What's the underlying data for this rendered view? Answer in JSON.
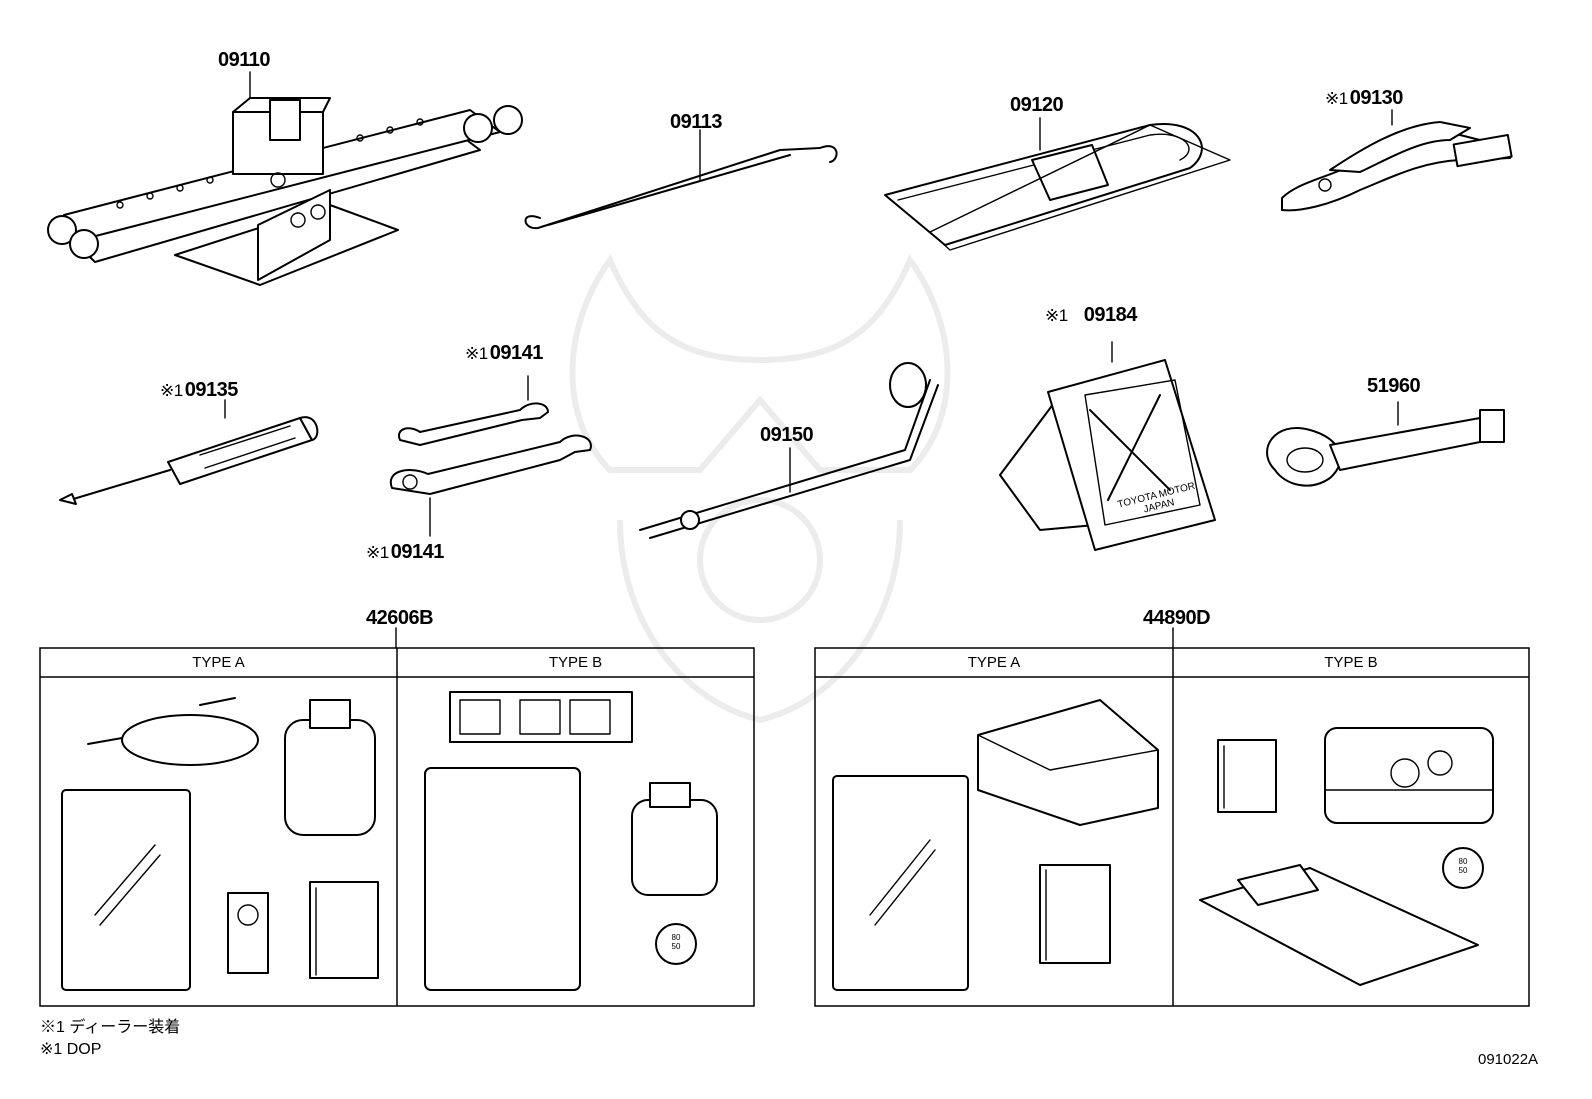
{
  "parts": {
    "p09110": "09110",
    "p09113": "09113",
    "p09120": "09120",
    "p09130": "09130",
    "p09135": "09135",
    "p09141_top": "09141",
    "p09141_bottom": "09141",
    "p09150": "09150",
    "p09184": "09184",
    "p51960": "51960",
    "p42606B": "42606B",
    "p44890D": "44890D"
  },
  "marks": {
    "dealer": "※1"
  },
  "plate_text": {
    "line1": "TOYOTA MOTOR",
    "line2": "JAPAN"
  },
  "gauge_text": {
    "top": "80",
    "bottom": "50"
  },
  "kit_left": {
    "type_a": "TYPE A",
    "type_b": "TYPE B"
  },
  "kit_right": {
    "type_a": "TYPE A",
    "type_b": "TYPE B"
  },
  "footnotes": {
    "line1": "※1 ディーラー装着",
    "line2": "※1 DOP"
  },
  "illustration_code": "091022A"
}
